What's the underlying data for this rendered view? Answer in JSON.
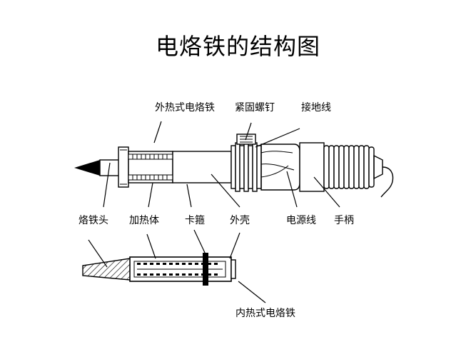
{
  "title": "电烙铁的结构图",
  "labels": {
    "external_iron": "外热式电烙铁",
    "set_screw": "紧固螺钉",
    "ground_wire": "接地线",
    "tip": "烙铁头",
    "heater": "加热体",
    "clamp": "卡箍",
    "shell": "外壳",
    "power_wire": "电源线",
    "handle": "手柄",
    "internal_iron": "内热式电烙铁"
  }
}
